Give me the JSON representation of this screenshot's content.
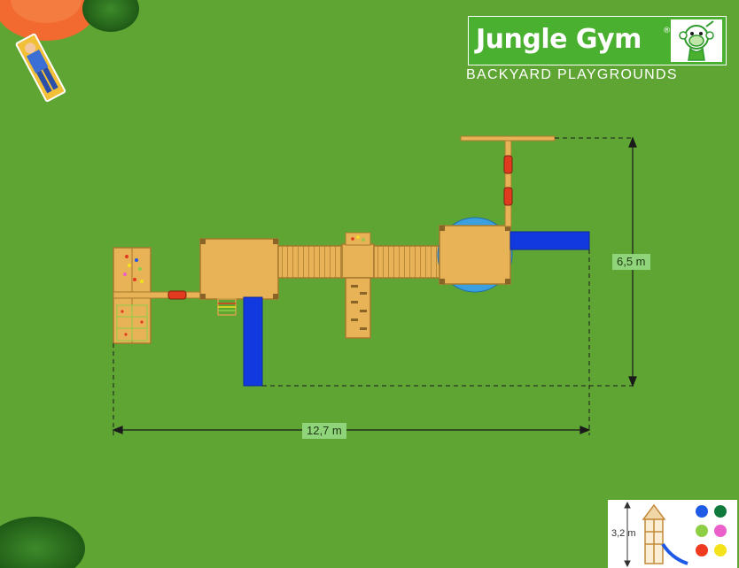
{
  "brand": {
    "name": "Jungle Gym",
    "registered_mark": "®",
    "tagline": "BACKYARD PLAYGROUNDS"
  },
  "dimensions": {
    "width": "12,7 m",
    "depth": "6,5 m",
    "height": "3,2 m"
  },
  "icons": {
    "mascot": "monkey-mascot-icon",
    "tower": "playtower-icon"
  },
  "colors": {
    "grass": "#5aa132",
    "wood": "#e8b257",
    "wood_dark": "#b98a3a",
    "slide_blue": "#1238e0",
    "logo_green": "#49b12f",
    "label_green": "#8fd37a",
    "parasol": "#f26a2f"
  },
  "color_swatches": [
    {
      "name": "blue",
      "hex": "#1e5ae6"
    },
    {
      "name": "dark-green",
      "hex": "#0f7a3c"
    },
    {
      "name": "lime",
      "hex": "#8ccf45"
    },
    {
      "name": "pink",
      "hex": "#ea5fc8"
    },
    {
      "name": "red",
      "hex": "#ee3a1e"
    },
    {
      "name": "yellow",
      "hex": "#f4e21b"
    }
  ]
}
